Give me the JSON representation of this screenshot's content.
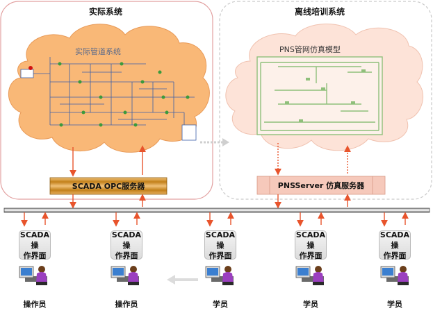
{
  "panels": {
    "real_system_title": "实际系统",
    "offline_system_title": "离线培训系统"
  },
  "clouds": {
    "real_pipeline_label": "实际管道系统",
    "pns_model_label": "PNS管网仿真模型"
  },
  "servers": {
    "scada_opc": "SCADA OPC服务器",
    "pns_server": "PNSServer 仿真服务器"
  },
  "workstations": [
    {
      "line1": "SCADA操",
      "line2": "作界面",
      "role": "操作员"
    },
    {
      "line1": "SCADA操",
      "line2": "作界面",
      "role": "操作员"
    },
    {
      "line1": "SCADA操",
      "line2": "作界面",
      "role": "学员"
    },
    {
      "line1": "SCADA操",
      "line2": "作界面",
      "role": "学员"
    },
    {
      "line1": "SCADA操",
      "line2": "作界面",
      "role": "学员"
    }
  ],
  "colors": {
    "left_cloud": "#f9b877",
    "right_cloud": "#fde3d8",
    "arrow": "#e8542c",
    "scada_bar": "#c9851d",
    "pns_bar": "#f6c9bb",
    "bus": "#6b6b6b"
  }
}
